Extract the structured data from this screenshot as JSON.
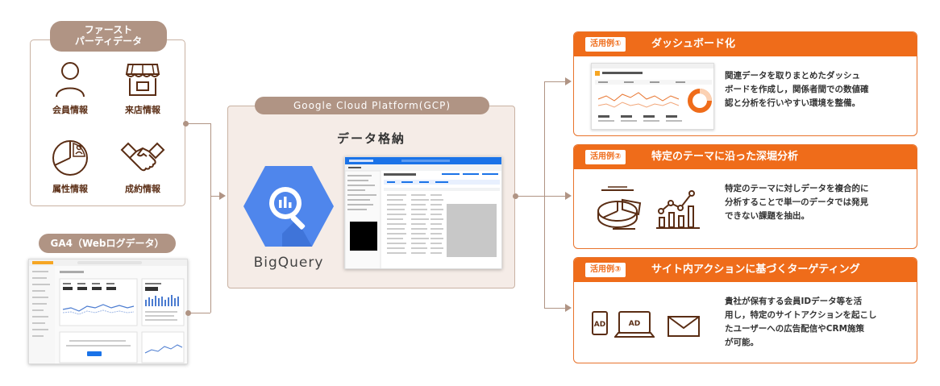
{
  "first_party": {
    "title": "ファースト\nパーティデータ",
    "title_line1": "ファースト",
    "title_line2": "パーティデータ",
    "items": [
      {
        "label": "会員情報",
        "icon": "person-icon"
      },
      {
        "label": "来店情報",
        "icon": "storefront-icon"
      },
      {
        "label": "属性情報",
        "icon": "pie-person-icon"
      },
      {
        "label": "成約情報",
        "icon": "handshake-icon"
      }
    ]
  },
  "ga4": {
    "title": "GA4（Webログデータ）"
  },
  "gcp": {
    "title": "Google Cloud Platform(GCP)",
    "subtitle": "データ格納",
    "bigquery_label": "BigQuery"
  },
  "use_cases": [
    {
      "badge": "活用例①",
      "title": "ダッシュボード化",
      "desc_lines": [
        "関連データを取りまとめたダッシュ",
        "ボードを作成し，関係者間での数値確",
        "認と分析を行いやすい環境を整備。"
      ]
    },
    {
      "badge": "活用例②",
      "title": "特定のテーマに沿った深堀分析",
      "desc_lines": [
        "特定のテーマに対しデータを複合的に",
        "分析することで単一のデータでは発見",
        "できない課題を抽出。"
      ]
    },
    {
      "badge": "活用例③",
      "title": "サイト内アクションに基づくターゲティング",
      "desc_lines": [
        "貴社が保有する会員IDデータ等を活",
        "用し，特定のサイトアクションを起こし",
        "たユーザーへの広告配信やCRM施策",
        "が可能。"
      ],
      "ad_label": "AD"
    }
  ],
  "colors": {
    "brown": "#b09484",
    "dark_brown": "#5a2d14",
    "orange": "#ef6c1a",
    "gcp_bg": "#f5ece7",
    "bigquery_blue": "#4f86ec"
  }
}
